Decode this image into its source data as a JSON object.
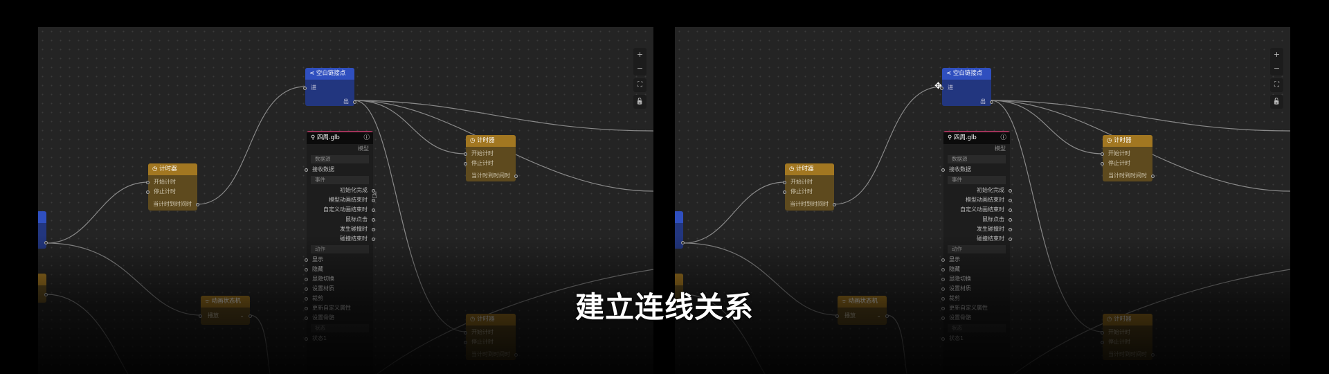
{
  "caption": "建立连线关系",
  "colors": {
    "blue_node": "#2f4fbf",
    "timer_node": "#a27721",
    "model_accent": "#a0345a",
    "canvas": "#242424"
  },
  "toolbar": {
    "zoom_in": "+",
    "zoom_out": "−",
    "fit": "⛶",
    "lock": "🔓"
  },
  "nodes": {
    "blank_connect": {
      "icon": "share-icon",
      "title": "空白链接点",
      "in": "进",
      "out": "出"
    },
    "model": {
      "title": "四周.glb",
      "type": "模型",
      "sections": {
        "data": "数据源",
        "events": "事件",
        "actions": "动作",
        "states": "状态"
      },
      "data_items": [
        "接收数据"
      ],
      "events": [
        "初始化完成",
        "模型动画结束时",
        "自定义动画结束时",
        "鼠标点击",
        "发生碰撞时",
        "碰撞结束时"
      ],
      "actions": [
        "显示",
        "隐藏",
        "显隐切换",
        "设置材质",
        "裁剪",
        "更新自定义属性",
        "设置骨骼"
      ],
      "states": [
        "状态1"
      ]
    },
    "timer": {
      "title": "计时器",
      "start": "开始计时",
      "stop": "停止计时",
      "out": "当计时到时间时"
    },
    "anim": {
      "title": "动画状态机",
      "select": "播放"
    }
  },
  "panels": [
    {
      "cursor": "pointer-hand-icon"
    },
    {
      "cursor": "move-cursor-icon"
    }
  ]
}
